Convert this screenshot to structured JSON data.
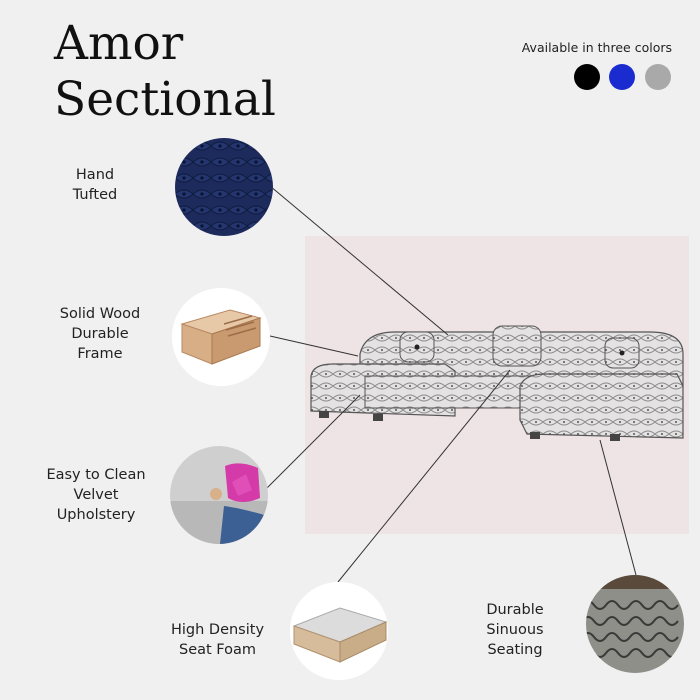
{
  "title": {
    "line1": "Amor",
    "line2": "Sectional"
  },
  "colors": {
    "label": "Available in three colors",
    "swatches": [
      "#000000",
      "#1a2bd0",
      "#a9a9a9"
    ]
  },
  "features": {
    "hand_tufted": {
      "line1": "Hand",
      "line2": "Tufted"
    },
    "frame": {
      "line1": "Solid Wood",
      "line2": "Durable",
      "line3": "Frame"
    },
    "velvet": {
      "line1": "Easy to Clean",
      "line2": "Velvet",
      "line3": "Upholstery"
    },
    "foam": {
      "line1": "High Density",
      "line2": "Seat Foam"
    },
    "sinuous": {
      "line1": "Durable",
      "line2": "Sinuous",
      "line3": "Seating"
    }
  }
}
